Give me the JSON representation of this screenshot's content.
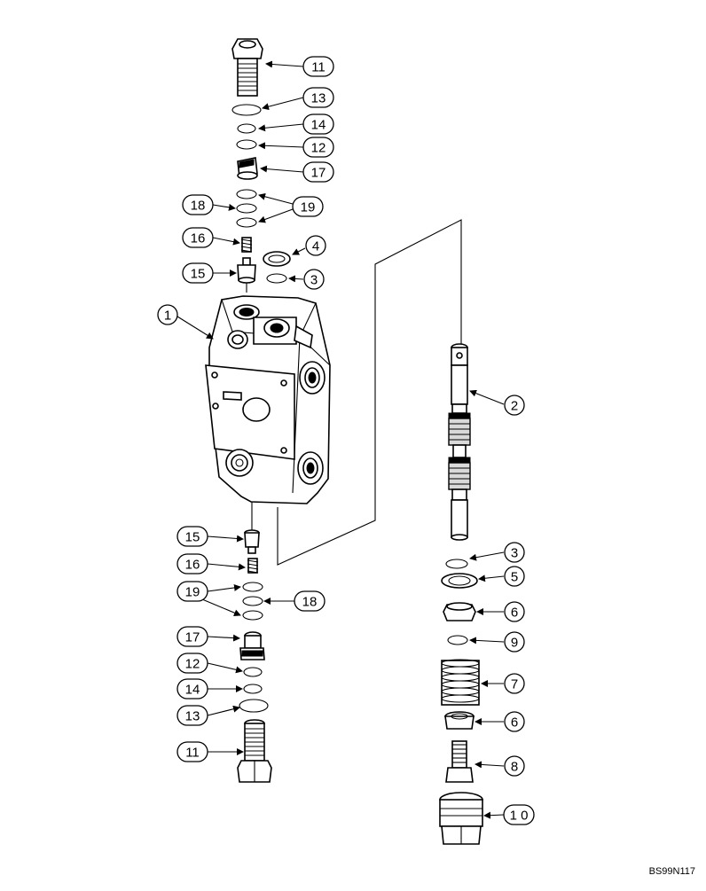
{
  "drawing": {
    "code": "BS99N117",
    "callouts": {
      "c1": "1",
      "c2": "2",
      "c3_upper": "3",
      "c3_lower": "3",
      "c4": "4",
      "c5": "5",
      "c6_upper": "6",
      "c6_lower": "6",
      "c7": "7",
      "c8": "8",
      "c9": "9",
      "c10": "1 0",
      "c11_top": "11",
      "c11_bottom": "11",
      "c12_top": "12",
      "c12_bottom": "12",
      "c13_top": "13",
      "c13_bottom": "13",
      "c14_top": "14",
      "c14_bottom": "14",
      "c15_top": "15",
      "c15_bottom": "15",
      "c16_top": "16",
      "c16_bottom": "16",
      "c17_top": "17",
      "c17_bottom": "17",
      "c18_top": "18",
      "c18_bottom": "18",
      "c19_top": "19",
      "c19_bottom": "19"
    }
  }
}
